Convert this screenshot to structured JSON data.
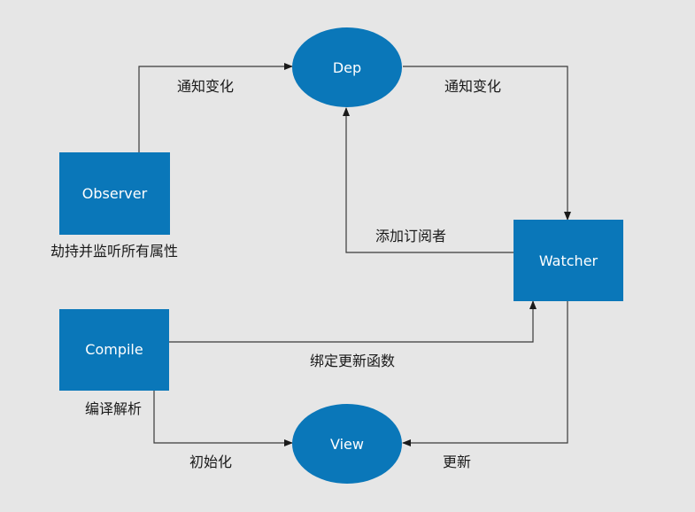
{
  "colors": {
    "background": "#e6e6e6",
    "node_fill": "#0a77b9",
    "node_text": "#ffffff",
    "edge": "#3a3a3a",
    "label_text": "#1a1a1a"
  },
  "nodes": {
    "dep": "Dep",
    "observer": "Observer",
    "watcher": "Watcher",
    "compile": "Compile",
    "view": "View"
  },
  "edges": {
    "observer_to_dep": "通知变化",
    "dep_to_watcher": "通知变化",
    "watcher_to_dep": "添加订阅者",
    "compile_to_watcher": "绑定更新函数",
    "compile_to_view": "初始化",
    "watcher_to_view": "更新"
  },
  "notes": {
    "observer": "劫持并监听所有属性",
    "compile": "编译解析"
  }
}
